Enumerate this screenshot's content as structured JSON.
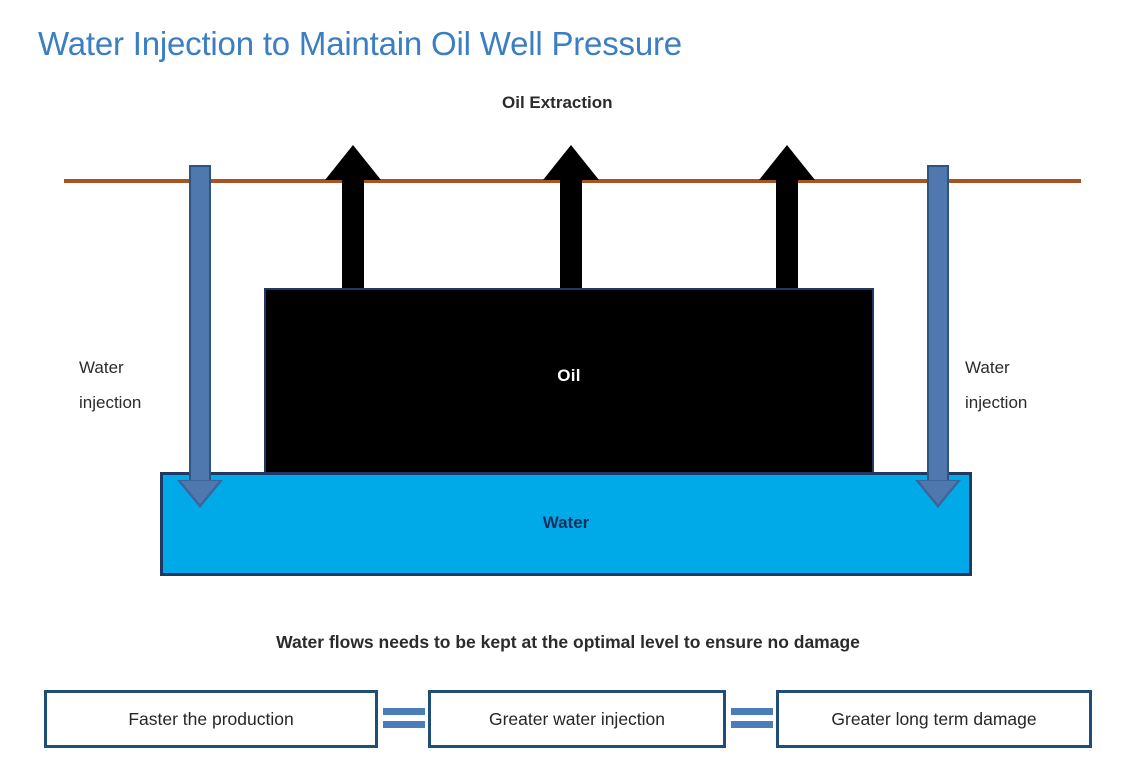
{
  "title": "Water Injection to Maintain Oil Well Pressure",
  "diagram": {
    "top_label": "Oil Extraction",
    "oil_reservoir_label": "Oil",
    "water_reservoir_label": "Water",
    "left_well_label_line1": "Water",
    "left_well_label_line2": "injection",
    "right_well_label_line1": "Water",
    "right_well_label_line2": "injection"
  },
  "caption": "Water flows needs to be kept at the optimal level to ensure no damage",
  "flow": {
    "boxes": [
      {
        "label": "Faster the production"
      },
      {
        "label": "Greater water injection"
      },
      {
        "label": "Greater long term damage"
      }
    ]
  },
  "colors": {
    "title_blue": "#3C7EC4",
    "ground_brown": "#A65325",
    "pipe_blue": "#4F79AE",
    "pipe_border": "#2E5484",
    "oil_black": "#000000",
    "water_cyan": "#00AAE8",
    "navy_border": "#1F3864",
    "box_border": "#1F4E79",
    "connector_blue": "#4A7EBB"
  }
}
